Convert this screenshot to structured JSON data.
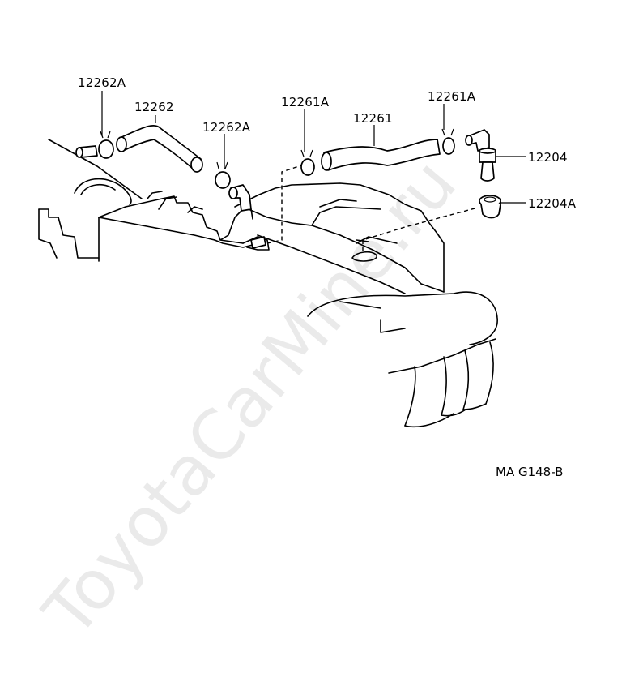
{
  "callouts": [
    {
      "id": "c1",
      "text": "12262A"
    },
    {
      "id": "c2",
      "text": "12262"
    },
    {
      "id": "c3",
      "text": "12262A"
    },
    {
      "id": "c4",
      "text": "12261A"
    },
    {
      "id": "c5",
      "text": "12261"
    },
    {
      "id": "c6",
      "text": "12261A"
    },
    {
      "id": "c7",
      "text": "12204"
    },
    {
      "id": "c8",
      "text": "12204A"
    }
  ],
  "figure_code": "MA  G148-B",
  "watermark": "ToyotaCarMine.ru"
}
